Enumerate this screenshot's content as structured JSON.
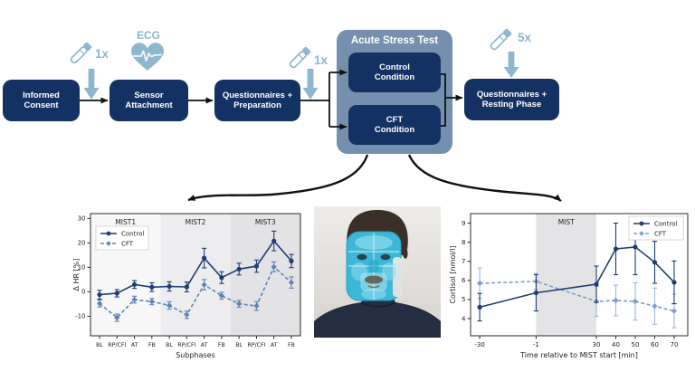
{
  "figure": {
    "flow": {
      "steps": {
        "informed_consent": "Informed Consent",
        "sensor_attachment": "Sensor Attachment",
        "questionnaires_preparation": "Questionnaires + Preparation",
        "acute_stress_test": "Acute Stress Test",
        "control_condition": "Control Condition",
        "cft_condition": "CFT Condition",
        "questionnaires_resting": "Questionnaires + Resting Phase"
      },
      "annotations": {
        "ecg": "ECG",
        "saliva_before": "1x",
        "saliva_mid": "1x",
        "saliva_after": "5x"
      }
    },
    "photo": {
      "alt": "Participant wearing a blue gel cold-face-test mask over the face, dark hoodie, light gray background"
    },
    "icons": {
      "saliva-swab-icon": "tilted saliva collection tube, light blue outline",
      "ecg-heart-icon": "heart with ECG trace",
      "down-arrow-icon": "thick light-blue down arrow",
      "flow-arrow-icon": "black right arrow"
    },
    "colors": {
      "box_navy": "#143163",
      "panel_steel_blue": "#7590ae",
      "accent_light_blue": "#8fb6cf",
      "arrow_black": "#111111",
      "control_series": "#1e3d74",
      "cft_series": "#5d83b6"
    }
  },
  "chart_data": [
    {
      "type": "line",
      "title": "",
      "xlabel": "Subphases",
      "ylabel": "Δ HR [%]",
      "x": [
        0,
        1,
        2,
        3,
        4,
        5,
        6,
        7,
        8,
        9,
        10,
        11
      ],
      "xticklabels": [
        "BL",
        "RP/CFI",
        "AT",
        "FB",
        "BL",
        "RP/CFI",
        "AT",
        "FB",
        "BL",
        "RP/CFI",
        "AT",
        "FB"
      ],
      "xlim": [
        -0.52,
        11.52
      ],
      "ylim": [
        -18,
        32
      ],
      "yticks": [
        -10,
        0,
        10,
        20,
        30
      ],
      "bands": [
        {
          "from": -0.52,
          "to": 3.5,
          "color": "#f7f7f8",
          "label": "MIST1"
        },
        {
          "from": 3.5,
          "to": 7.5,
          "color": "#ededef",
          "label": "MIST2"
        },
        {
          "from": 7.5,
          "to": 11.52,
          "color": "#e3e3e6",
          "label": "MIST3"
        }
      ],
      "legend": {
        "position": "top-left"
      },
      "series": [
        {
          "name": "Control",
          "color": "#1e3d74",
          "marker": "circle",
          "values": [
            -1.2,
            -0.6,
            3.0,
            1.9,
            2.2,
            2.0,
            13.8,
            5.8,
            9.3,
            10.5,
            20.8,
            12.6
          ],
          "errors": [
            1.8,
            1.5,
            1.6,
            1.8,
            1.9,
            2.0,
            4.0,
            2.4,
            2.4,
            2.5,
            4.0,
            2.7
          ]
        },
        {
          "name": "CFT",
          "color": "#5d83b6",
          "marker": "diamond",
          "dash": "4 2.5",
          "values": [
            -4.8,
            -10.6,
            -3.2,
            -4.0,
            -5.6,
            -9.4,
            2.9,
            -1.6,
            -4.9,
            -5.8,
            10.2,
            3.8
          ],
          "errors": [
            1.4,
            1.5,
            1.4,
            1.3,
            1.5,
            1.5,
            2.1,
            1.4,
            1.4,
            1.8,
            2.0,
            2.3
          ]
        }
      ]
    },
    {
      "type": "line",
      "title": "",
      "xlabel": "Time relative to MIST start [min]",
      "ylabel": "Cortisol [nmol/l]",
      "x": [
        -30,
        -1,
        30,
        40,
        50,
        60,
        70
      ],
      "xticklabels": [
        "-30",
        "-1",
        "30",
        "40",
        "50",
        "60",
        "70"
      ],
      "xlim": [
        -34.7,
        77
      ],
      "ylim": [
        3.1,
        9.5
      ],
      "yticks": [
        4,
        5,
        6,
        7,
        8,
        9
      ],
      "bands": [
        {
          "from": -1,
          "to": 30,
          "color": "#e4e4e6",
          "label": "MIST"
        }
      ],
      "legend": {
        "position": "top-right"
      },
      "series": [
        {
          "name": "Control",
          "color": "#1e3d74",
          "marker": "circle",
          "values": [
            4.6,
            5.35,
            5.8,
            7.65,
            7.75,
            6.95,
            5.9
          ],
          "errors": [
            0.72,
            0.95,
            0.95,
            1.35,
            1.45,
            1.1,
            1.12
          ]
        },
        {
          "name": "CFT",
          "color": "#7d9dc9",
          "marker": "diamond",
          "dash": "4 2.5",
          "error_color": "#9db8da",
          "values": [
            5.85,
            5.95,
            4.9,
            4.95,
            4.9,
            4.65,
            4.4
          ],
          "errors": [
            0.8,
            0.42,
            0.78,
            0.8,
            0.98,
            0.95,
            0.88
          ]
        }
      ]
    }
  ]
}
